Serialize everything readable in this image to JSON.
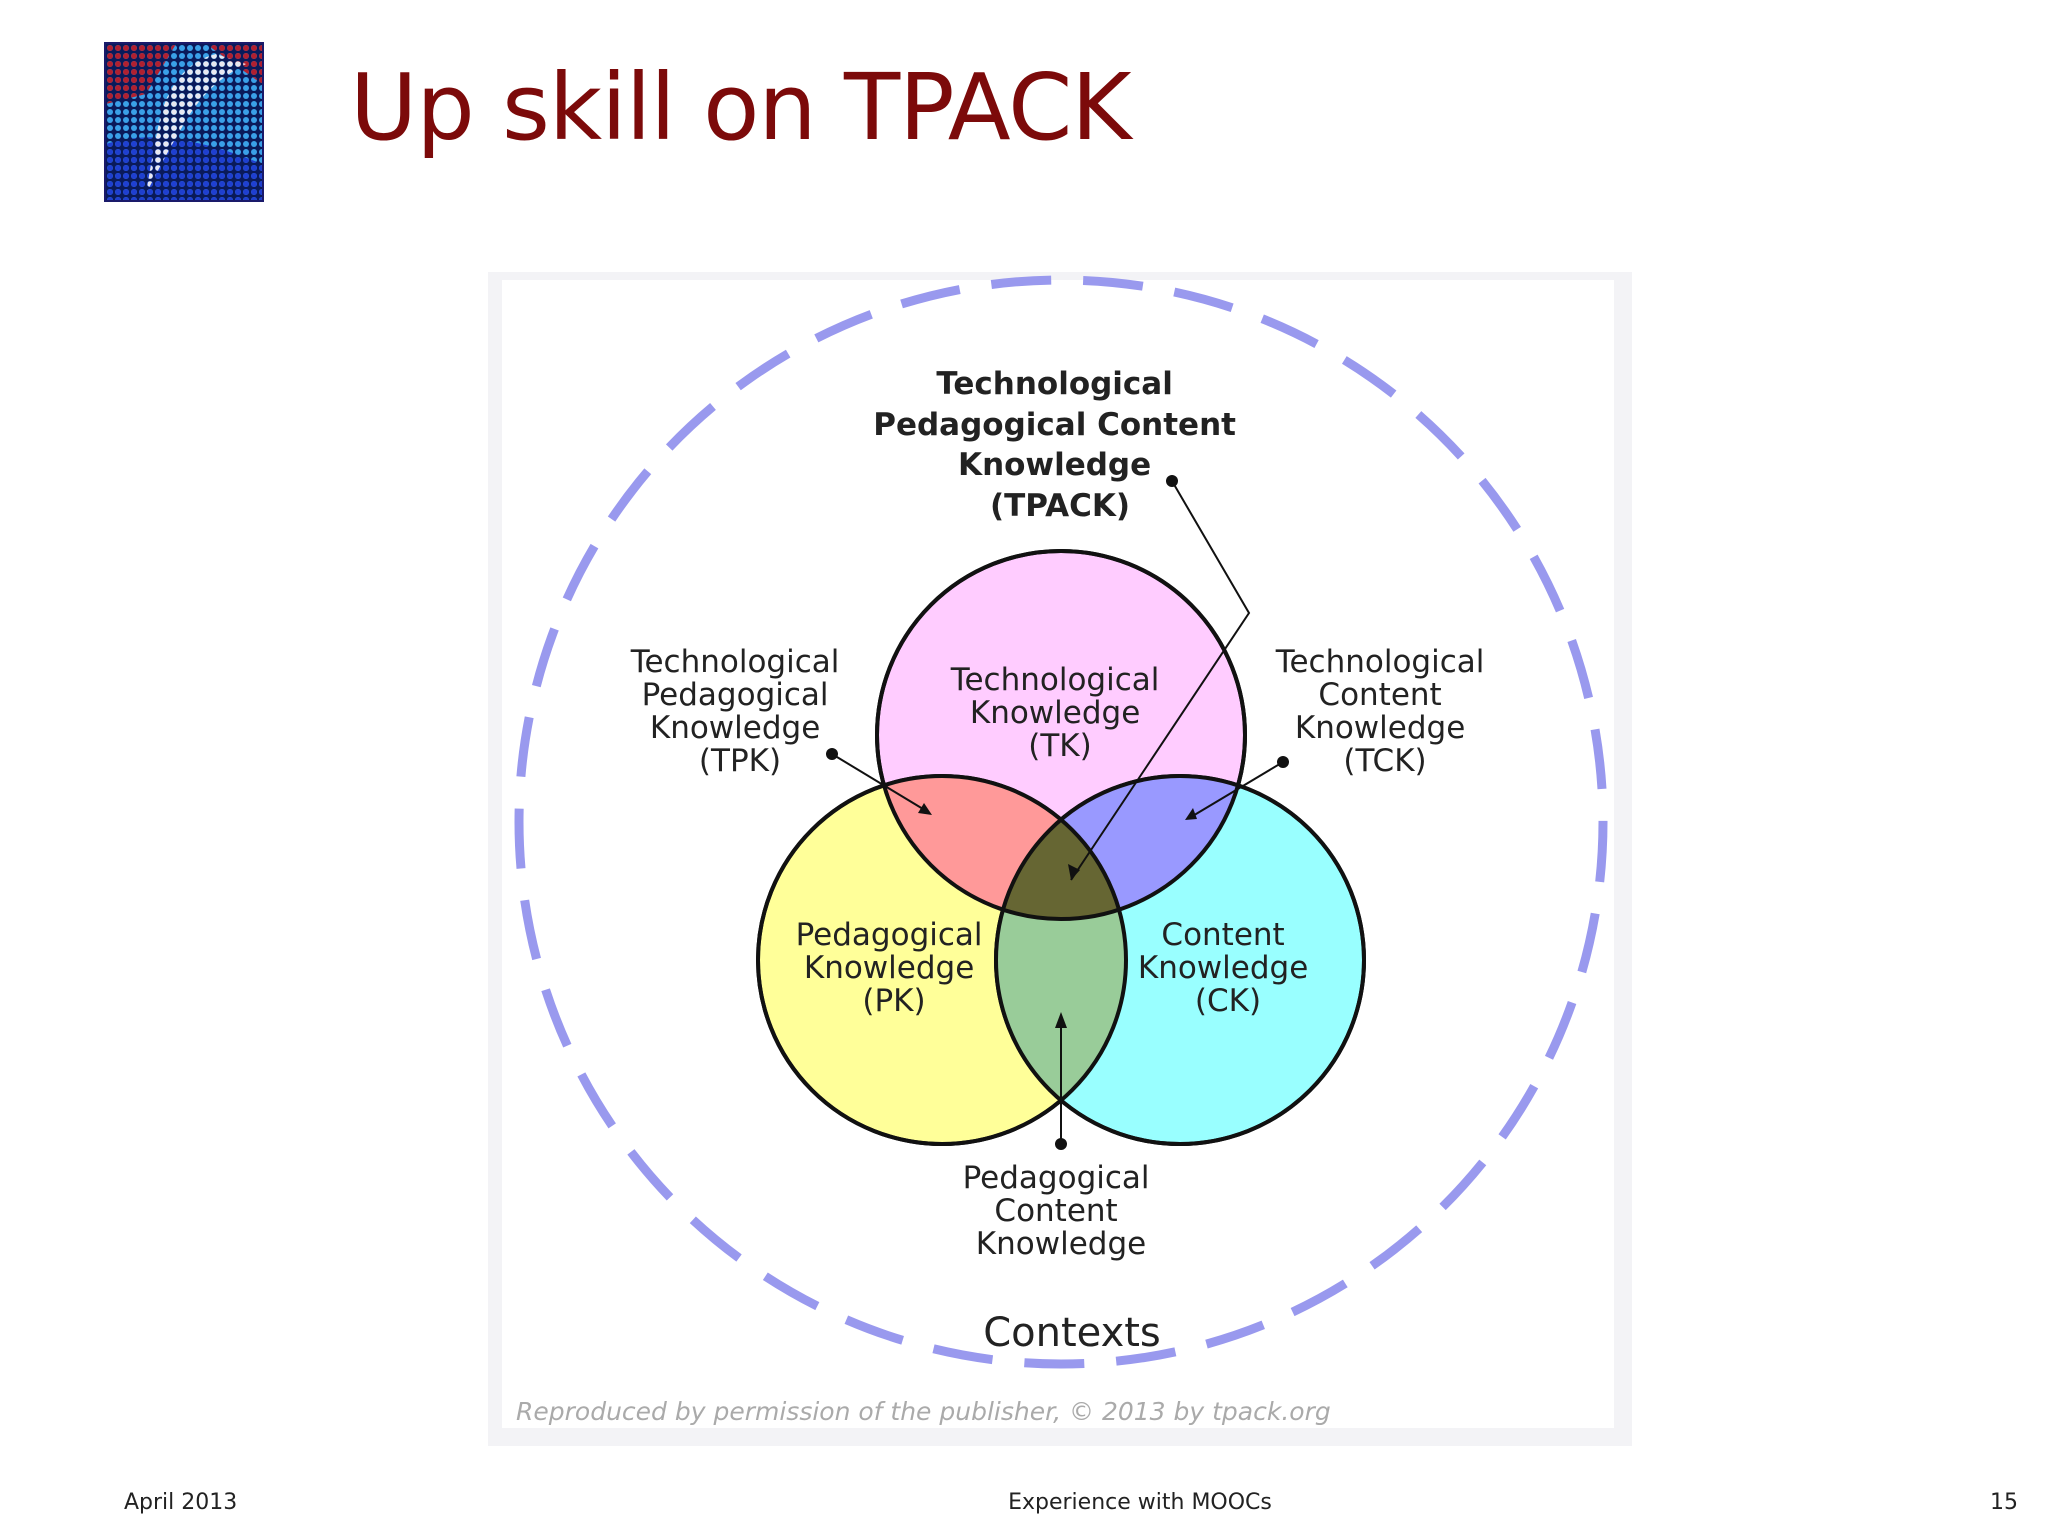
{
  "slide": {
    "title": "Up skill on TPACK"
  },
  "diagram": {
    "tpack_label": [
      "Technological",
      "Pedagogical Content",
      "Knowledge",
      "(TPACK)"
    ],
    "tpk_label": [
      "Technological",
      "Pedagogical",
      "Knowledge",
      "(TPK)"
    ],
    "tck_label": [
      "Technological",
      "Content",
      "Knowledge",
      "(TCK)"
    ],
    "tk_label": [
      "Technological",
      "Knowledge",
      "(TK)"
    ],
    "pk_label": [
      "Pedagogical",
      "Knowledge",
      "(PK)"
    ],
    "ck_label": [
      "Content",
      "Knowledge",
      "(CK)"
    ],
    "pck_label": [
      "Pedagogical",
      "Content",
      "Knowledge"
    ],
    "contexts_label": "Contexts",
    "credit": "Reproduced by permission of the publisher, © 2013 by tpack.org",
    "colors": {
      "tk": "#ffccff",
      "pk": "#ffff99",
      "ck": "#99ffff",
      "tpk": "#ff9999",
      "tck": "#9999ff",
      "pck": "#99cc99",
      "tpack": "#666633",
      "contexts_ring": "#9999ee"
    }
  },
  "footer": {
    "date": "April 2013",
    "center": "Experience with MOOCs",
    "page": "15"
  }
}
